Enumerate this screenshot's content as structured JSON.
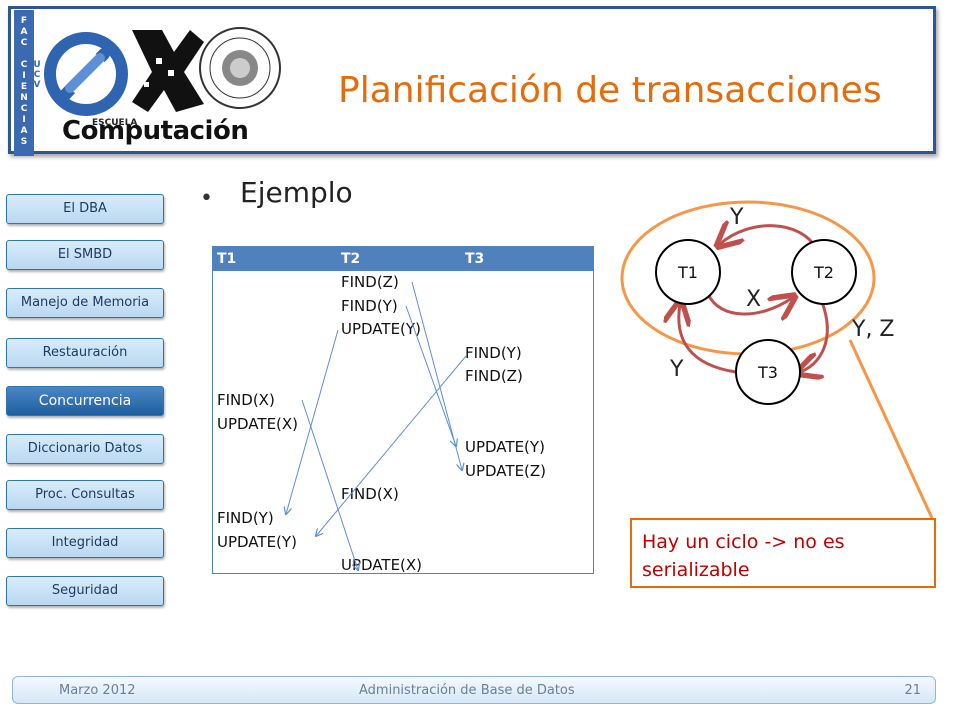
{
  "header": {
    "vertical_left": "FAC CIENCIAS",
    "vertical_right": "UCV",
    "logo_school_small": "ESCUELA",
    "logo_school_big": "Computación",
    "title": "Planificación de transacciones"
  },
  "sidebar": {
    "items": [
      {
        "label": "El DBA",
        "active": false
      },
      {
        "label": "El SMBD",
        "active": false
      },
      {
        "label": "Manejo de Memoria",
        "active": false
      },
      {
        "label": "Restauración",
        "active": false
      },
      {
        "label": "Concurrencia",
        "active": true
      },
      {
        "label": "Diccionario Datos",
        "active": false
      },
      {
        "label": "Proc. Consultas",
        "active": false
      },
      {
        "label": "Integridad",
        "active": false
      },
      {
        "label": "Seguridad",
        "active": false
      }
    ]
  },
  "bullet": "Ejemplo",
  "table": {
    "columns": [
      "T1",
      "T2",
      "T3"
    ],
    "rows": [
      [
        "",
        "FIND(Z)",
        ""
      ],
      [
        "",
        "FIND(Y)",
        ""
      ],
      [
        "",
        "UPDATE(Y)",
        ""
      ],
      [
        "",
        "",
        "FIND(Y)"
      ],
      [
        "",
        "",
        "FIND(Z)"
      ],
      [
        "FIND(X)",
        "",
        ""
      ],
      [
        "UPDATE(X)",
        "",
        ""
      ],
      [
        "",
        "",
        "UPDATE(Y)"
      ],
      [
        "",
        "",
        "UPDATE(Z)"
      ],
      [
        "",
        "FIND(X)",
        ""
      ],
      [
        "FIND(Y)",
        "",
        ""
      ],
      [
        "UPDATE(Y)",
        "",
        ""
      ],
      [
        "",
        "UPDATE(X)",
        ""
      ]
    ]
  },
  "graph": {
    "nodes": [
      "T1",
      "T2",
      "T3"
    ],
    "edge_labels": {
      "top": "Y",
      "middle": "X",
      "right": "Y, Z",
      "left": "Y"
    },
    "accent_color": "#c0504d",
    "highlight_color": "#f79646"
  },
  "callout": "Hay un ciclo -> no es serializable",
  "footer": {
    "date": "Marzo 2012",
    "course": "Administración de Base de Datos",
    "page": "21"
  }
}
